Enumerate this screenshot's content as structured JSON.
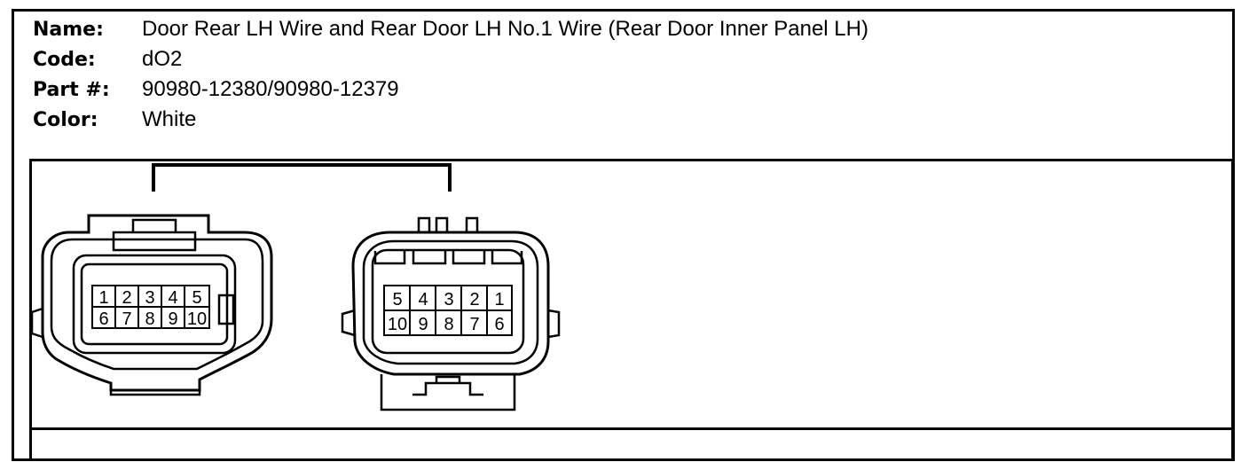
{
  "header": {
    "name_label": "Name:",
    "name_value": "Door Rear LH Wire and Rear Door LH No.1 Wire (Rear Door Inner Panel LH)",
    "code_label": "Code:",
    "code_value": "dO2",
    "part_label": "Part #:",
    "part_value": "90980-12380/90980-12379",
    "color_label": "Color:",
    "color_value": "White"
  },
  "connectors": {
    "left": {
      "top_row": [
        "1",
        "2",
        "3",
        "4",
        "5"
      ],
      "bottom_row": [
        "6",
        "7",
        "8",
        "9",
        "10"
      ]
    },
    "right": {
      "top_row": [
        "5",
        "4",
        "3",
        "2",
        "1"
      ],
      "bottom_row": [
        "10",
        "9",
        "8",
        "7",
        "6"
      ]
    }
  }
}
